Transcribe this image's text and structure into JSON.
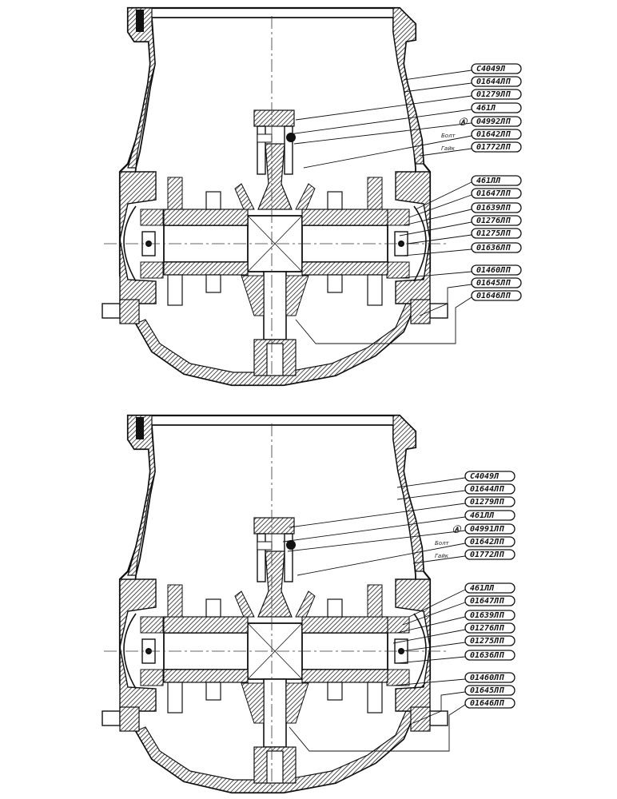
{
  "views": [
    {
      "name": "upper",
      "callouts": [
        "C4049Л",
        "01644ЛП",
        "01279ЛП",
        "461Л",
        "04992ЛП",
        "01642ЛП",
        "01772ЛП",
        "461ЛЛ",
        "01647ЛП",
        "01639ЛП",
        "01276ЛП",
        "01275ЛП",
        "01636ЛП",
        "01460ЛП",
        "01645ЛП",
        "01646ЛП"
      ],
      "marker": "Ⓐ",
      "small_notes": [
        "Болт",
        "Гайк"
      ]
    },
    {
      "name": "lower",
      "callouts": [
        "C4049Л",
        "01644ЛП",
        "01279ЛП",
        "461ЛЛ",
        "04991ЛП",
        "01642ЛП",
        "01772ЛП",
        "461ЛЛ",
        "01647ЛП",
        "01639ЛП",
        "01276ЛП",
        "01275ЛП",
        "01636ЛП",
        "01460ЛП",
        "01645ЛП",
        "01646ЛП"
      ],
      "marker": "Ⓐ",
      "small_notes": [
        "Болт",
        "Гайк"
      ]
    }
  ]
}
